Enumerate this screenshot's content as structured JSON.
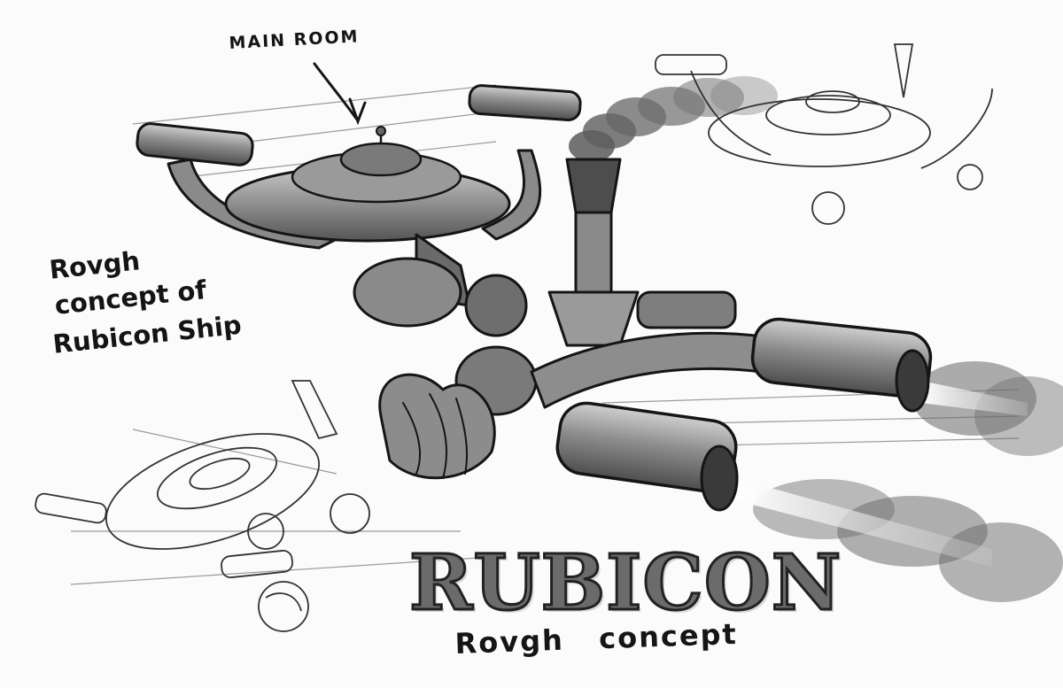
{
  "labels": {
    "main_room": "MAIN ROOM",
    "notes": [
      "Rovgh",
      "concept of",
      "Rubicon Ship"
    ]
  },
  "title": {
    "main": "RUBICON",
    "subtitle": "Rovgh   concept"
  },
  "colors": {
    "ink": "#151515",
    "hull": "#7a7a7a",
    "hull_light": "#b9b9b9",
    "smoke": "#5e5e5e",
    "paper": "#fbfbfb"
  },
  "icons": [
    "arrow-down-icon"
  ]
}
